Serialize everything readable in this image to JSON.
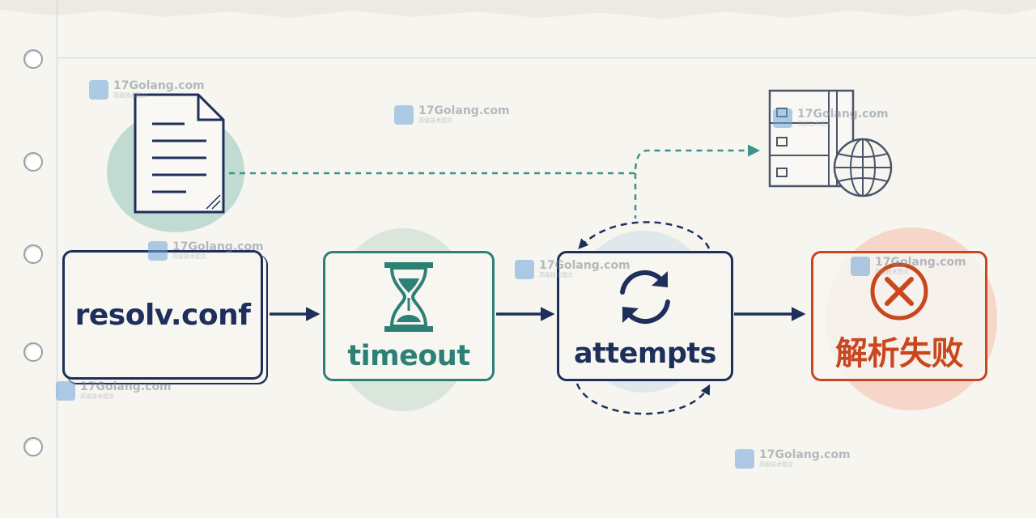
{
  "nodes": {
    "resolv": "resolv.conf",
    "timeout": "timeout",
    "attempts": "attempts",
    "fail": "解析失败"
  },
  "watermark": {
    "site": "17Golang.com",
    "tagline": "高级技术图文"
  },
  "colors": {
    "navy": "#1d2f5a",
    "teal": "#2c8075",
    "red": "#c9461e",
    "dashed_teal": "#3a948a"
  },
  "icons": [
    "document-icon",
    "hourglass-icon",
    "refresh-icon",
    "error-x-icon",
    "server-icon",
    "globe-icon"
  ]
}
